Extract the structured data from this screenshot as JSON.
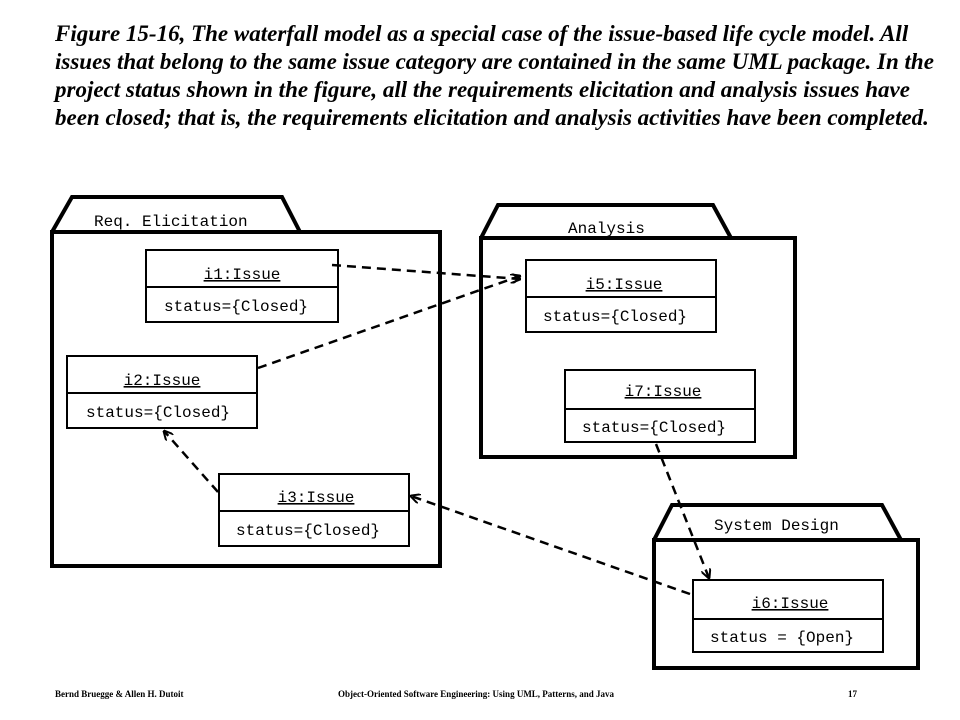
{
  "caption": "Figure 15-16, The waterfall model as a special case of the issue-based life cycle model. All issues that belong to the same issue category are contained in the same UML package. In the project status shown in the figure, all the requirements elicitation and analysis issues have been closed; that is, the requirements elicitation and analysis activities have been completed.",
  "packages": {
    "req": {
      "name": "Req. Elicitation"
    },
    "analysis": {
      "name": "Analysis"
    },
    "design": {
      "name": "System Design"
    }
  },
  "issues": {
    "i1": {
      "name": "i1:Issue",
      "status": "status={Closed}"
    },
    "i2": {
      "name": "i2:Issue",
      "status": "status={Closed}"
    },
    "i3": {
      "name": "i3:Issue",
      "status": "status={Closed}"
    },
    "i5": {
      "name": "i5:Issue",
      "status": "status={Closed}"
    },
    "i7": {
      "name": "i7:Issue",
      "status": "status={Closed}"
    },
    "i6": {
      "name": "i6:Issue",
      "status": "status = {Open}"
    }
  },
  "footer": {
    "authors": "Bernd Bruegge & Allen H. Dutoit",
    "book": "Object-Oriented Software Engineering: Using UML, Patterns, and Java",
    "page": "17"
  }
}
